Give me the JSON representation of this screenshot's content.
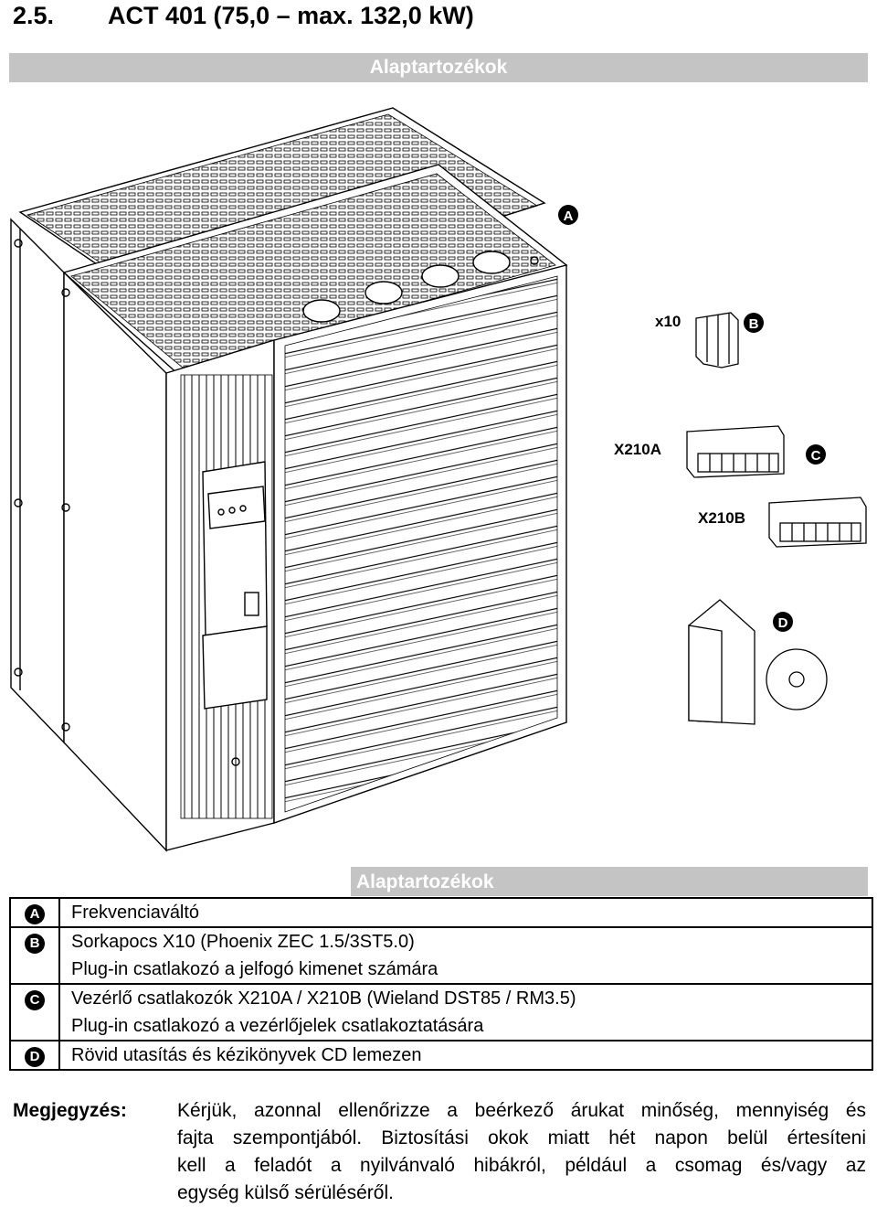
{
  "heading": {
    "number": "2.5.",
    "title": "ACT 401 (75,0 – max. 132,0 kW)"
  },
  "top_banner": "Alaptartozékok",
  "figure": {
    "markers": {
      "a": "A",
      "b": "B",
      "c": "C",
      "d": "D"
    },
    "labels": {
      "x10": "x10",
      "x210a": "X210A",
      "x210b": "X210B"
    }
  },
  "table_banner": "Alaptartozékok",
  "accessories": [
    {
      "letter": "A",
      "lines": [
        "Frekvenciaváltó"
      ]
    },
    {
      "letter": "B",
      "lines": [
        "Sorkapocs X10 (Phoenix ZEC 1.5/3ST5.0)",
        "Plug-in csatlakozó a jelfogó kimenet számára"
      ]
    },
    {
      "letter": "C",
      "lines": [
        "Vezérlő csatlakozók X210A / X210B (Wieland DST85 / RM3.5)",
        "Plug-in csatlakozó a vezérlőjelek csatlakoztatására"
      ]
    },
    {
      "letter": "D",
      "lines": [
        "Rövid utasítás és kézikönyvek CD lemezen"
      ]
    }
  ],
  "note": {
    "label": "Megjegyzés:",
    "lines": [
      "Kérjük, azonnal ellenőrizze a beérkező árukat minőség, mennyiség és",
      "fajta szempontjából. Biztosítási okok miatt hét napon belül értesíteni",
      "kell a feladót a nyilvánvaló hibákról, például a csomag és/vagy az",
      "egység külső sérüléséről."
    ]
  }
}
